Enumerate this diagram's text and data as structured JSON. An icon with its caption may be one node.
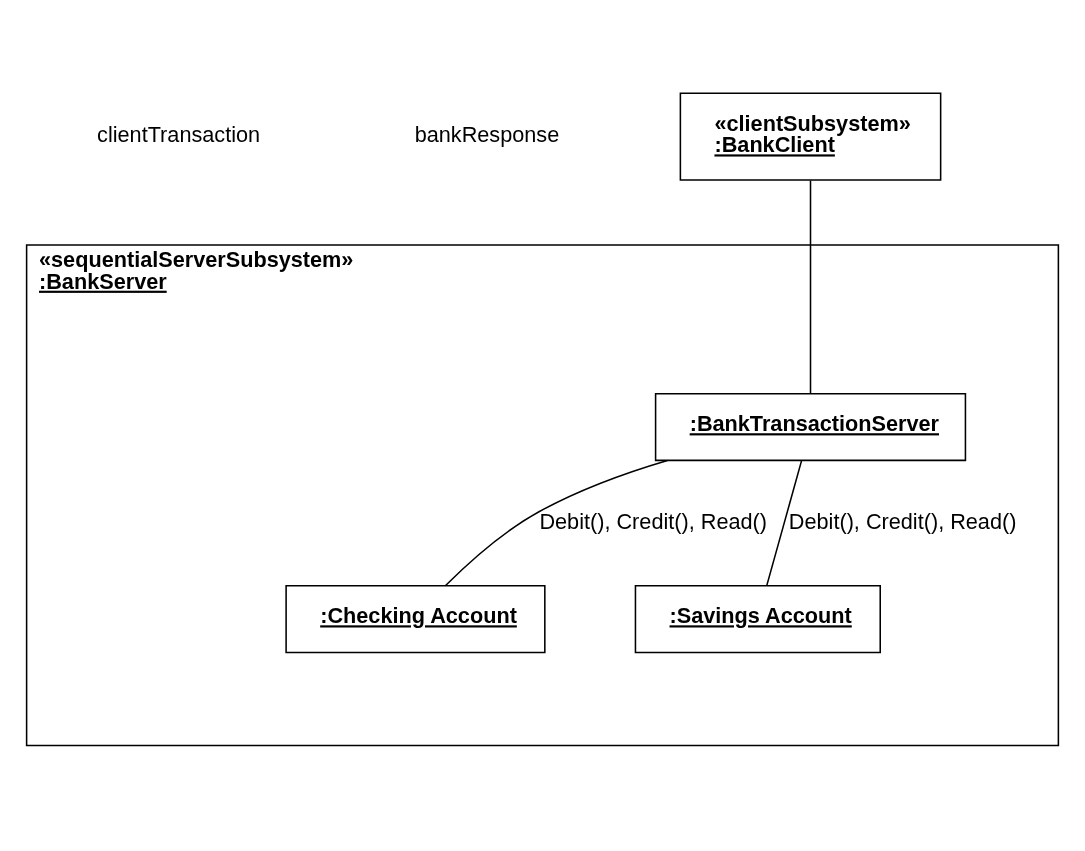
{
  "diagram": {
    "nodes": [
      {
        "text": [
          "«clientSubsystem»",
          ":BankClient"
        ]
      },
      {
        "text": [
          "«sequentialServerSubsystem»",
          ":BankServer"
        ]
      },
      {
        "text": [
          ":BankTransactionServer"
        ],
        "in": 1
      },
      {
        "text": [
          ":Checking Account"
        ],
        "in": 1
      },
      {
        "text": [
          ":Savings Account"
        ],
        "in": 1
      }
    ],
    "edges": [
      {
        "from": 0,
        "to": 2,
        "arrow": "none"
      },
      {
        "from": 2,
        "to": 3,
        "arrow": "none",
        "label": "Debit(), Credit(), Read()"
      },
      {
        "from": 2,
        "to": 4,
        "arrow": "none",
        "label": "Debit(), Credit(), Read()"
      }
    ],
    "labels": [
      "clientTransaction",
      "bankResponse"
    ]
  }
}
